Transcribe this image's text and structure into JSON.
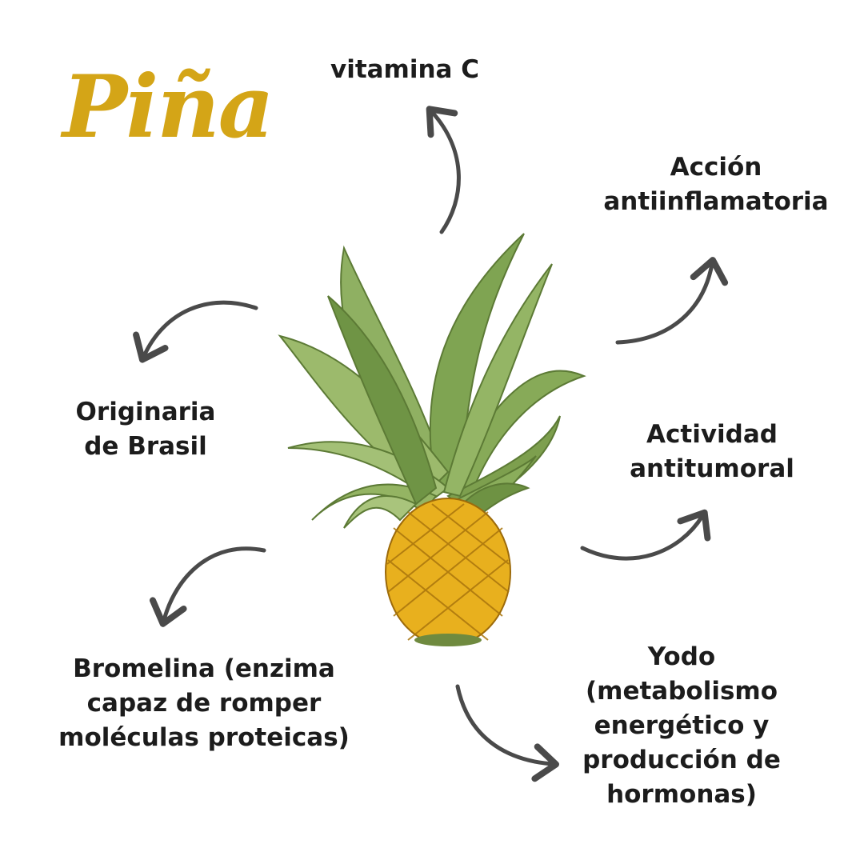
{
  "title": "Piña",
  "labels": {
    "vitamina_c": "vitamina C",
    "antiinflamatoria": "Acción\nantiinflamatoria",
    "origen": "Originaria\nde Brasil",
    "antitumoral": "Actividad\nantitumoral",
    "bromelina": "Bromelina (enzima\ncapaz de romper\nmoléculas proteicas)",
    "yodo": "Yodo\n(metabolismo\nenergético y\nproducción de\nhormonas)"
  },
  "colors": {
    "title": "#d4a517",
    "arrow": "#4a4a4a",
    "text": "#1c1c1c",
    "leaf": "#7f9f4f",
    "fruit": "#e8b01e"
  }
}
